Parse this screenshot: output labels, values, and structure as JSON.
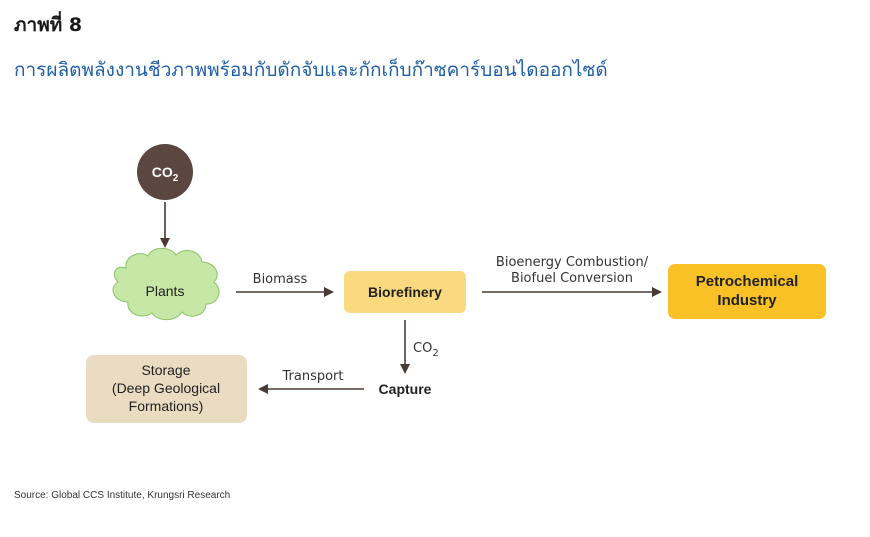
{
  "figure": {
    "label": "ภาพที่ 8",
    "title": "การผลิตพลังงานชีวภาพพร้อมกับดักจับและกักเก็บก๊าซคาร์บอนไดออกไซด์"
  },
  "nodes": {
    "co2_source": {
      "main": "CO",
      "sub": "2"
    },
    "plants": "Plants",
    "biorefinery": "Biorefinery",
    "petrochemical": [
      "Petrochemical",
      "Industry"
    ],
    "capture": "Capture",
    "storage": [
      "Storage",
      "(Deep Geological",
      "Formations)"
    ]
  },
  "edges": {
    "biomass": "Biomass",
    "combustion": [
      "Bioenergy Combustion/",
      "Biofuel Conversion"
    ],
    "capture_co2": {
      "main": "CO",
      "sub": "2"
    },
    "transport": "Transport"
  },
  "colors": {
    "co2_circle": "#5b4640",
    "plants_fill": "#c6e7a6",
    "biorefinery_fill": "#fbd97e",
    "petrochemical_fill": "#f8c126",
    "storage_fill": "#e9dcc2",
    "arrow": "#4a3a35",
    "title_blue": "#1f5fa8"
  },
  "source": "Source: Global CCS Institute, Krungsri Research"
}
